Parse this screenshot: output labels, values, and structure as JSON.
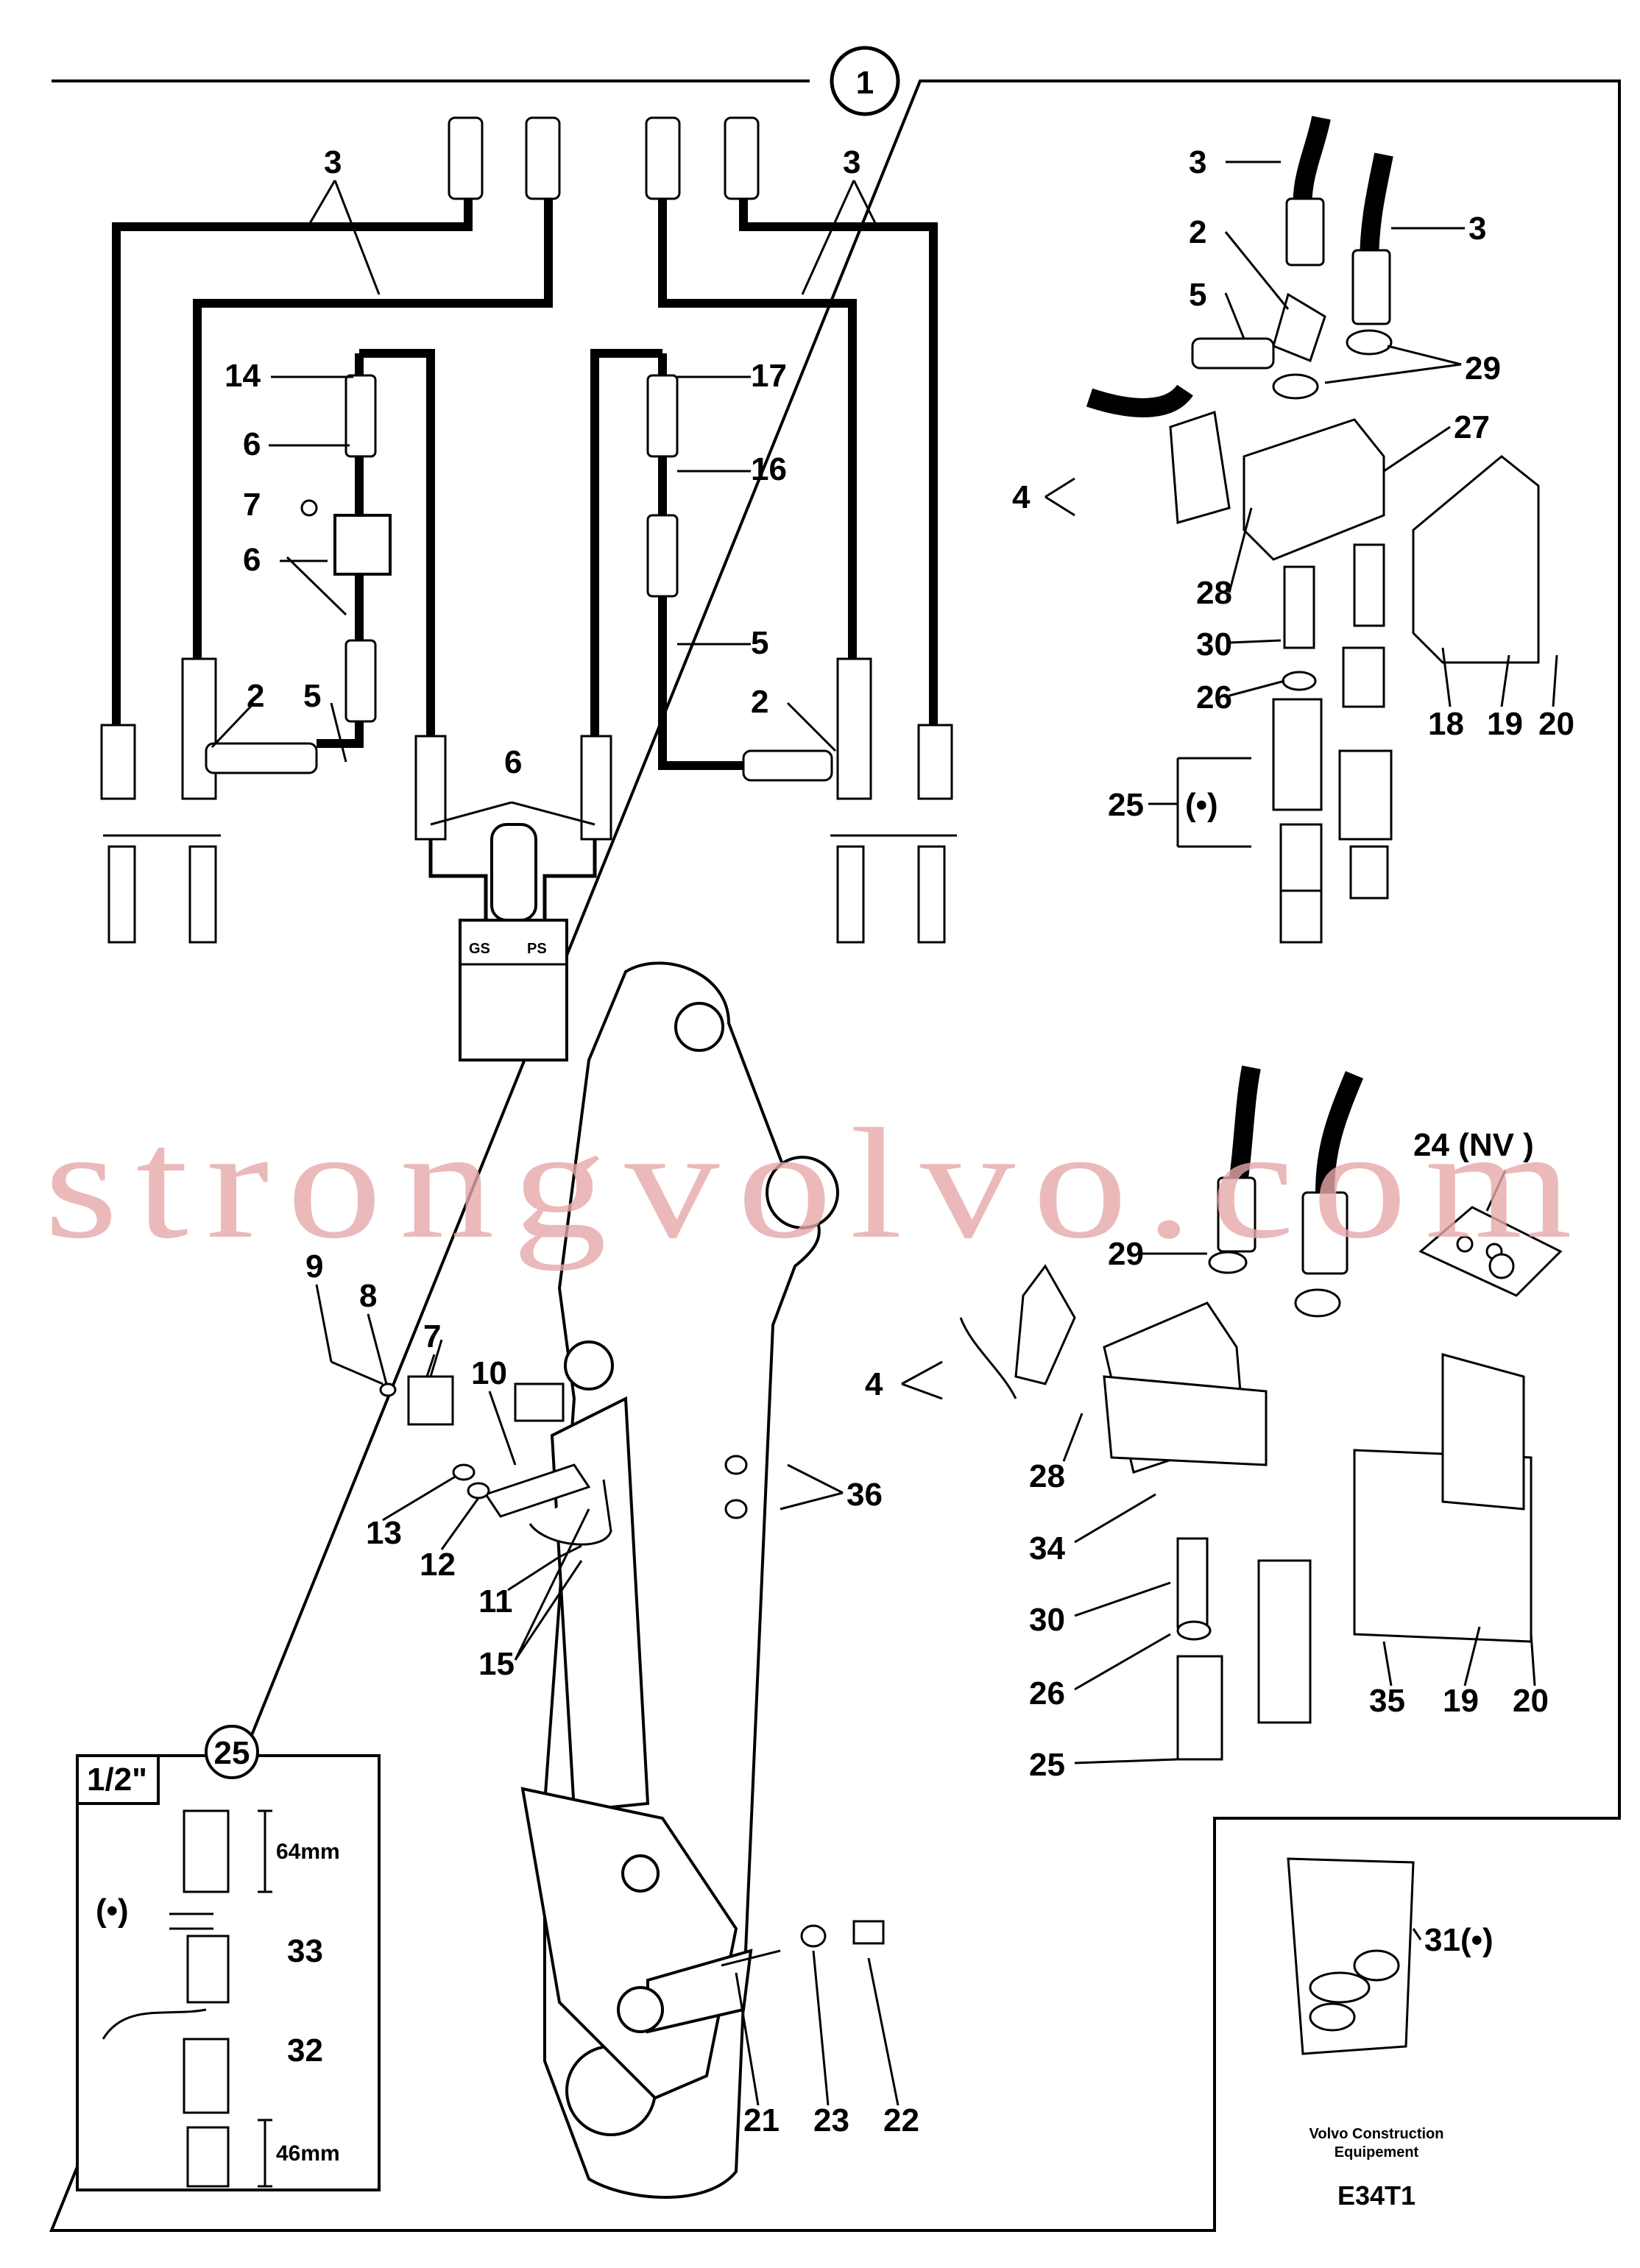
{
  "header": {
    "view_number": "1"
  },
  "watermark": "strongvolvo.com",
  "callouts": {
    "c3a": "3",
    "c3b": "3",
    "c3c": "3",
    "c3d": "3",
    "c14": "14",
    "c17": "17",
    "c16": "16",
    "c6a": "6",
    "c7a": "7",
    "c6b": "6",
    "c6c": "6",
    "c2a": "2",
    "c5a": "5",
    "c2b": "2",
    "c5b": "5",
    "c2c": "2",
    "c5c": "5",
    "c29a": "29",
    "c27": "27",
    "c4a": "4",
    "c28a": "28",
    "c30a": "30",
    "c26a": "26",
    "c25a": "25",
    "c25a_dot": "(•)",
    "c18": "18",
    "c19a": "19",
    "c20a": "20",
    "c24": "24 (NV )",
    "c29b": "29",
    "c4b": "4",
    "c28b": "28",
    "c34": "34",
    "c30b": "30",
    "c26b": "26",
    "c25b": "25",
    "c35": "35",
    "c19b": "19",
    "c20b": "20",
    "c9": "9",
    "c8": "8",
    "c7b": "7",
    "c10": "10",
    "c13": "13",
    "c12": "12",
    "c11": "11",
    "c15": "15",
    "c36": "36",
    "c21": "21",
    "c23": "23",
    "c22": "22",
    "c31": "31(•)"
  },
  "valve_ports": {
    "gs": "GS",
    "ps": "PS"
  },
  "inset": {
    "number": "25",
    "size": "1/2\"",
    "dim_top": "64mm",
    "dot_label": "(•)",
    "c33": "33",
    "c32": "32",
    "dim_bottom": "46mm"
  },
  "footer": {
    "company_line1": "Volvo Construction",
    "company_line2": "Equipement",
    "drawing_code": "E34T1"
  }
}
